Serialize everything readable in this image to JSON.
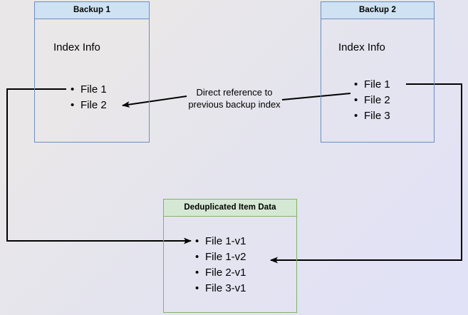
{
  "diagram": {
    "title_caption": "",
    "background": {
      "gradient_from": "#e9e7e7",
      "gradient_to": "#e1e1f8"
    },
    "colors": {
      "blue_border": "#6c8ebf",
      "blue_fill": "#cfe2f3",
      "green_border": "#82b366",
      "green_fill": "#d5e8d4",
      "arrow": "#000000"
    },
    "boxes": [
      {
        "id": "backup1",
        "header": "Backup 1",
        "section_label": "Index Info",
        "items": [
          "File 1",
          "File 2"
        ]
      },
      {
        "id": "backup2",
        "header": "Backup 2",
        "section_label": "Index Info",
        "items": [
          "File 1",
          "File 2",
          "File 3"
        ]
      },
      {
        "id": "dedup",
        "header": "Deduplicated Item Data",
        "section_label": "",
        "items": [
          "File 1-v1",
          "File 1-v2",
          "File 2-v1",
          "File 3-v1"
        ]
      }
    ],
    "annotations": [
      {
        "id": "direct-reference",
        "line1": "Direct reference to",
        "line2": "previous backup index"
      }
    ]
  }
}
